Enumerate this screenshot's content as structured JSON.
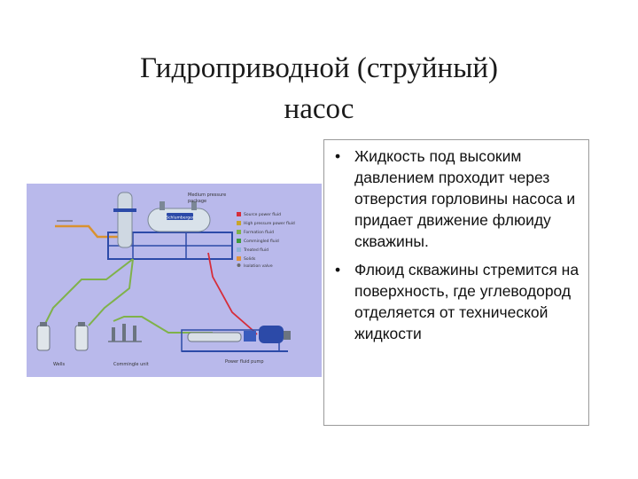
{
  "slide": {
    "title_line1": "Гидроприводной  (струйный)",
    "title_line2": "насос"
  },
  "diagram": {
    "logo": "Schlumberger",
    "header_label": "Medium pressure",
    "header_label2": "package",
    "legend": [
      {
        "label": "Source power fluid",
        "color": "#d62d3a"
      },
      {
        "label": "High pressure power fluid",
        "color": "#c9a52a"
      },
      {
        "label": "Formation fluid",
        "color": "#7fb24a"
      },
      {
        "label": "Commingled fluid",
        "color": "#3f9a3f"
      },
      {
        "label": "Treated fluid",
        "color": "#8fb4d8"
      },
      {
        "label": "Solids",
        "color": "#e0933a"
      },
      {
        "label": "Isolation valve",
        "color": "#6a6a6a"
      }
    ],
    "label_wells": "Wells",
    "label_comingle": "Commingle unit",
    "label_pump": "Power fluid pump"
  },
  "bullets": [
    {
      "text": "Жидкость под высоким давлением проходит через отверстия горловины насоса и придает движение флюиду скважины."
    },
    {
      "text": "Флюид скважины стремится на поверхность, где углеводород отделяется от технической жидкости"
    }
  ],
  "bullet_symbol": "•"
}
